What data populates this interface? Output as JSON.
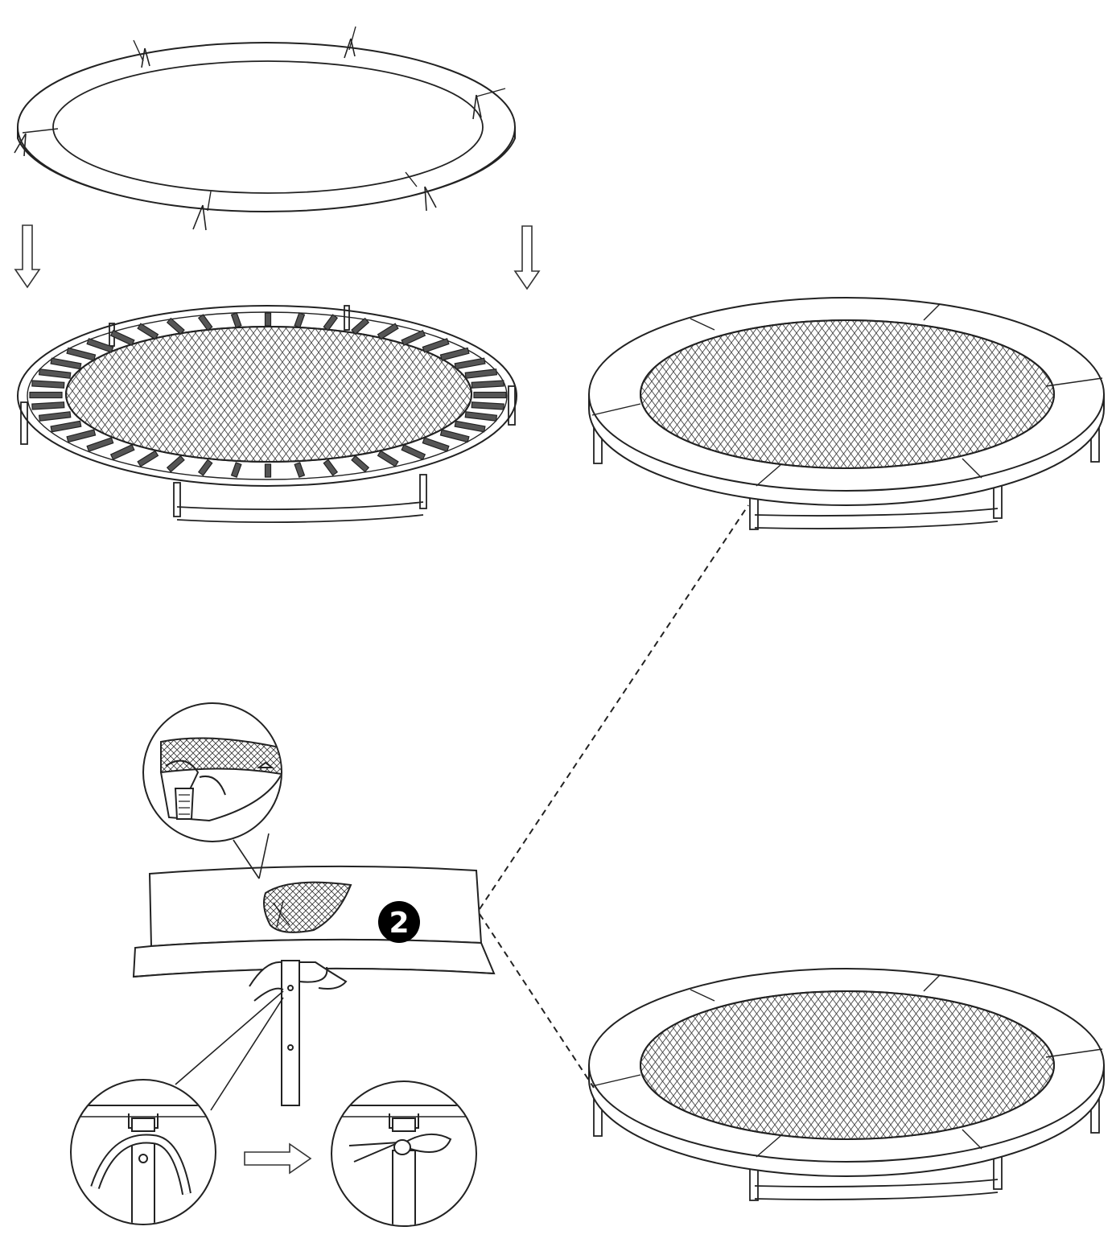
{
  "step_badge": {
    "number": "2",
    "fill": "#000000",
    "text_color": "#ffffff"
  },
  "line_color": "#222222",
  "paper_color": "#ffffff",
  "mat_pattern": "herringbone",
  "pad": {
    "segments": 6,
    "ties_per_joint": 1
  },
  "frame": {
    "springs": 44
  }
}
